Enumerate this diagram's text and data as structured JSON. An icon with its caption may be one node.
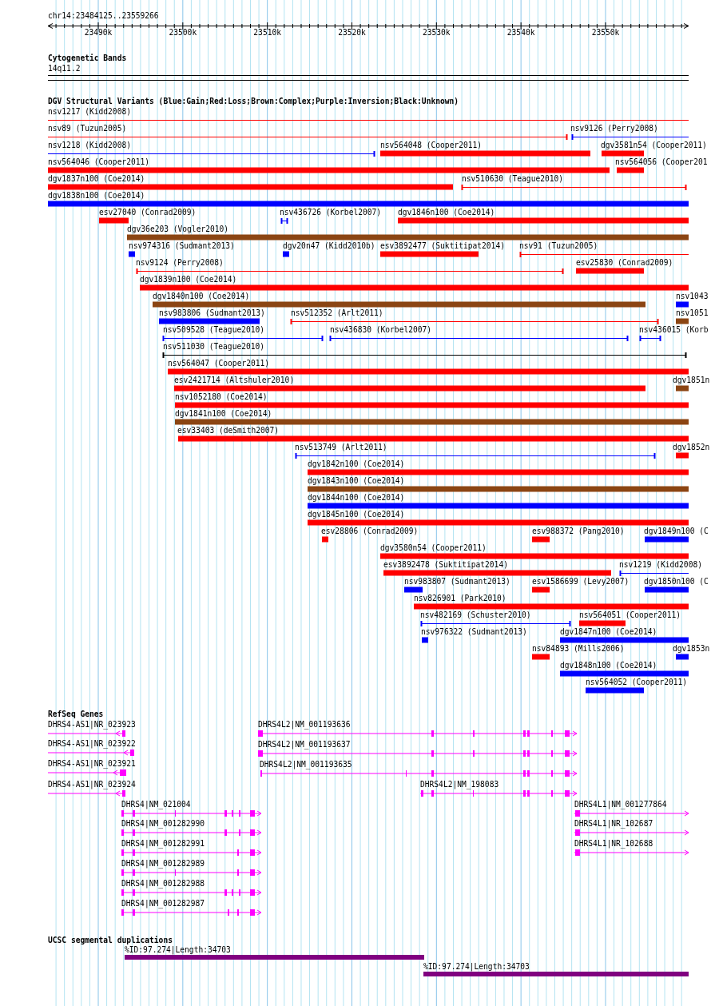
{
  "diagram": {
    "title": "chr14:23484125..23559266",
    "labels": [
      "23490k",
      "23500k",
      "23510k",
      "23520k",
      "23530k",
      "23540k",
      "23550k",
      "Cytogenetic Bands",
      "14q11.2",
      "DGV Structural Variants (Blue:Gain;Red:Loss;Brown:Complex;Purple:Inversion;Black:Unknown)",
      "nsv1217 (Kidd2008)",
      "nsv89 (Tuzun2005)",
      "nsv9126 (Perry2008)",
      "nsv1218 (Kidd2008)",
      "nsv564048 (Cooper2011)",
      "dgv3581n54 (Cooper2011)",
      "nsv564046 (Cooper2011)",
      "nsv564056 (Cooper201",
      "dgv1837n100 (Coe2014)",
      "nsv510630 (Teague2010)",
      "dgv1838n100 (Coe2014)",
      "esv27040 (Conrad2009)",
      "nsv436726 (Korbel2007)",
      "dgv1846n100 (Coe2014)",
      "dgv36e203 (Vogler2010)",
      "nsv974316 (Sudmant2013)",
      "dgv20n47 (Kidd2010b)",
      "esv3892477 (Suktitipat2014)",
      "nsv91 (Tuzun2005)",
      "nsv9124 (Perry2008)",
      "esv25830 (Conrad2009)",
      "dgv1839n100 (Coe2014)",
      "dgv1840n100 (Coe2014)",
      "nsv1043",
      "nsv983806 (Sudmant2013)",
      "nsv512352 (Arlt2011)",
      "nsv1051",
      "nsv509528 (Teague2010)",
      "nsv436830 (Korbel2007)",
      "nsv436015 (Korb",
      "nsv511030 (Teague2010)",
      "nsv564047 (Cooper2011)",
      "esv2421714 (Altshuler2010)",
      "dgv1851n",
      "nsv1052180 (Coe2014)",
      "dgv1841n100 (Coe2014)",
      "esv33403 (deSmith2007)",
      "nsv513749 (Arlt2011)",
      "dgv1852n",
      "dgv1842n100 (Coe2014)",
      "dgv1843n100 (Coe2014)",
      "dgv1844n100 (Coe2014)",
      "dgv1845n100 (Coe2014)",
      "esv28806 (Conrad2009)",
      "esv988372 (Pang2010)",
      "dgv1849n100 (C",
      "dgv3580n54 (Cooper2011)",
      "esv3892478 (Suktitipat2014)",
      "nsv1219 (Kidd2008)",
      "nsv983807 (Sudmant2013)",
      "esv1586699 (Levy2007)",
      "dgv1850n100 (C",
      "nsv826901 (Park2010)",
      "nsv482169 (Schuster2010)",
      "nsv564051 (Cooper2011)",
      "nsv976322 (Sudmant2013)",
      "dgv1847n100 (Coe2014)",
      "nsv84893 (Mills2006)",
      "dgv1853n",
      "dgv1848n100 (Coe2014)",
      "nsv564052 (Cooper2011)",
      "RefSeq Genes",
      "DHRS4-AS1|NR_023923",
      "DHRS4L2|NM_001193636",
      "DHRS4-AS1|NR_023922",
      "DHRS4L2|NM_001193637",
      "DHRS4-AS1|NR_023921",
      "DHRS4L2|NM_001193635",
      "DHRS4-AS1|NR_023924",
      "DHRS4L2|NM_198083",
      "DHRS4|NM_021004",
      "DHRS4L1|NM_001277864",
      "DHRS4|NM_001282990",
      "DHRS4L1|NR_102687",
      "DHRS4|NM_001282991",
      "DHRS4L1|NR_102688",
      "DHRS4|NM_001282989",
      "DHRS4|NM_001282988",
      "DHRS4|NM_001282987",
      "UCSC segmental duplications",
      "%ID:97.274|Length:34703",
      "%ID:97.274|Length:34703"
    ]
  }
}
